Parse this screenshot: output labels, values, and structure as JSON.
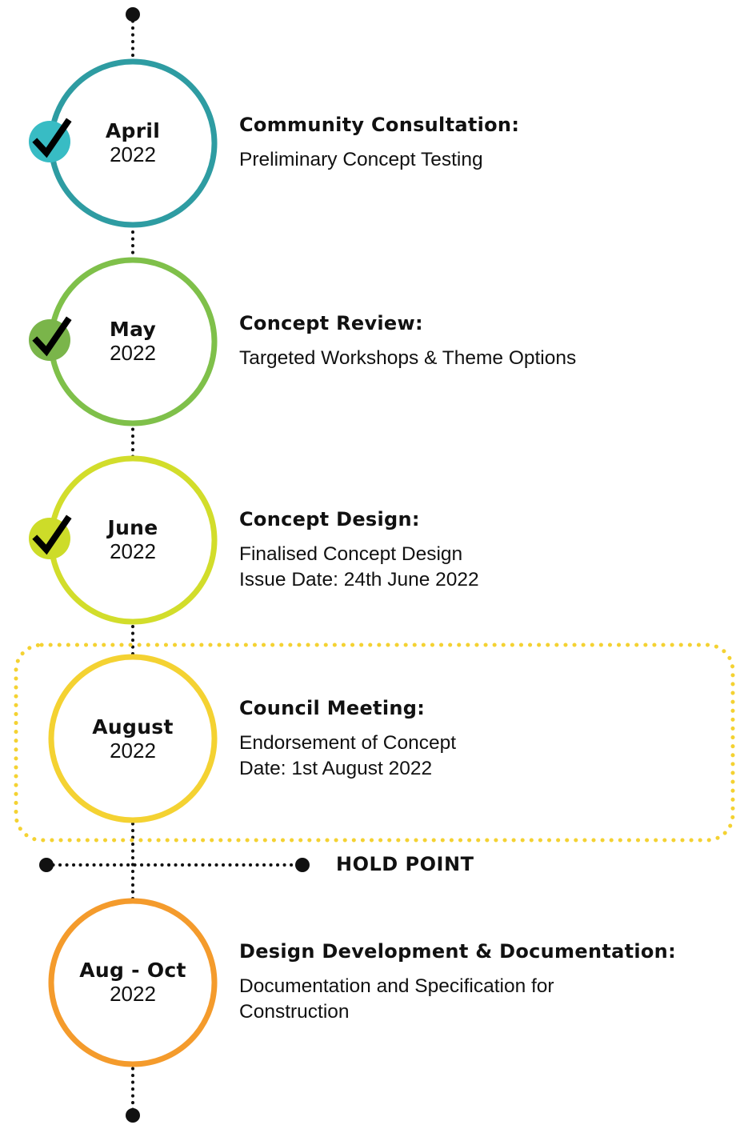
{
  "colors": {
    "teal": "#2e9ca2",
    "teal_badge": "#38bcc4",
    "green": "#7fc04a",
    "green_badge": "#7ab54a",
    "lime": "#d2dd2b",
    "lime_badge": "#cddc29",
    "yellow": "#f4d232",
    "orange": "#f49b2c",
    "connector": "#111111"
  },
  "stages": [
    {
      "month": "April",
      "year": "2022",
      "title": "Community Consultation:",
      "description": [
        "Preliminary Concept Testing"
      ],
      "completed": true
    },
    {
      "month": "May",
      "year": "2022",
      "title": "Concept Review:",
      "description": [
        "Targeted Workshops & Theme Options"
      ],
      "completed": true
    },
    {
      "month": "June",
      "year": "2022",
      "title": "Concept Design:",
      "description": [
        "Finalised Concept Design",
        "Issue Date: 24th June 2022"
      ],
      "completed": true
    },
    {
      "month": "August",
      "year": "2022",
      "title": "Council Meeting:",
      "description": [
        "Endorsement of Concept",
        "Date: 1st August 2022"
      ],
      "completed": false,
      "highlighted": true
    },
    {
      "month": "Aug - Oct",
      "year": "2022",
      "title": "Design Development & Documentation:",
      "description": [
        "Documentation and Specification for",
        "Construction"
      ],
      "completed": false
    }
  ],
  "hold_point": {
    "label": "HOLD POINT"
  },
  "icons": {
    "check": "check-icon"
  }
}
